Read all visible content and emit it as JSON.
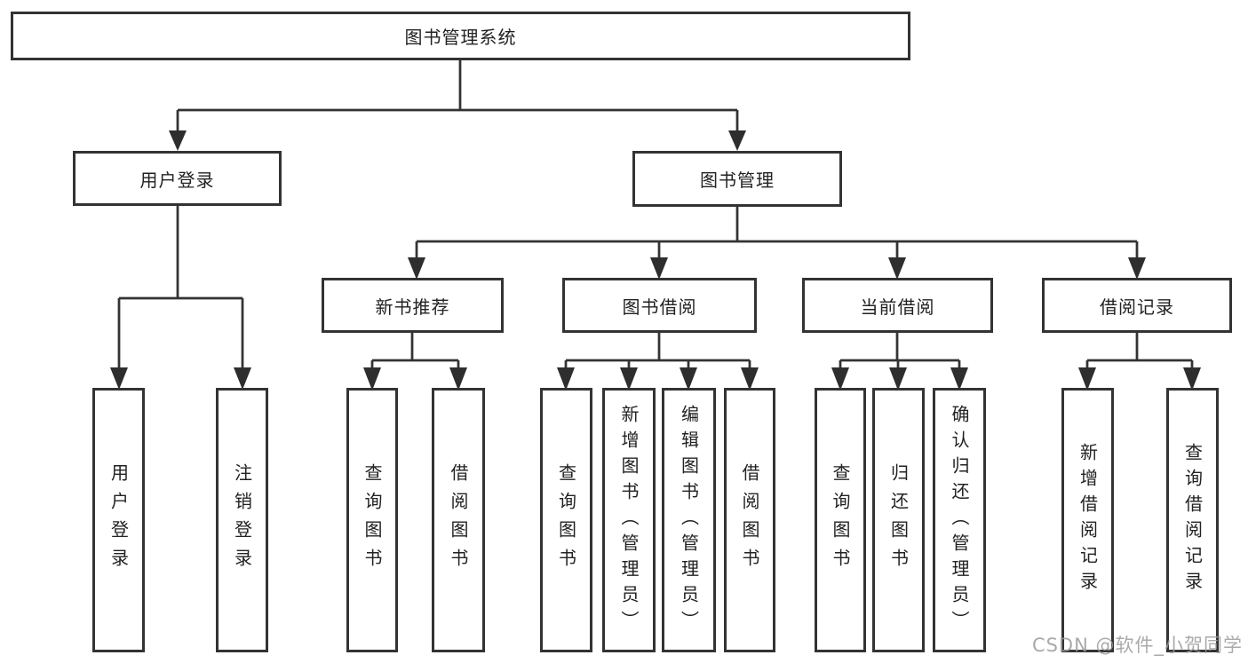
{
  "root": {
    "label": "图书管理系统"
  },
  "level2": [
    {
      "label": "用户登录"
    },
    {
      "label": "图书管理"
    }
  ],
  "level3": [
    {
      "label": "新书推荐"
    },
    {
      "label": "图书借阅"
    },
    {
      "label": "当前借阅"
    },
    {
      "label": "借阅记录"
    }
  ],
  "leaves": {
    "user_login": [
      "用户登录",
      "注销登录"
    ],
    "new_book_recommend": [
      "查询图书",
      "借阅图书"
    ],
    "book_borrowing": [
      "查询图书",
      "新增图书（管理员）",
      "编辑图书（管理员）",
      "借阅图书"
    ],
    "current_borrowing": [
      "查询图书",
      "归还图书",
      "确认归还（管理员）"
    ],
    "borrowing_records": [
      "新增借阅记录",
      "查询借阅记录"
    ]
  },
  "watermark": "CSDN @软件_小贺同学",
  "colors": {
    "line": "#333333",
    "box_border": "#333333",
    "text": "#222222",
    "watermark": "#9b9b9b",
    "background": "#ffffff"
  }
}
